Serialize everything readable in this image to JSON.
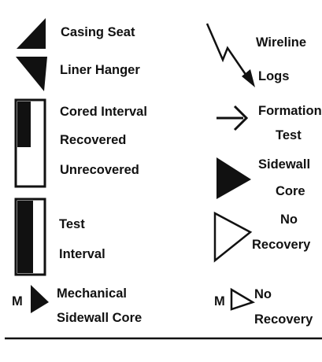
{
  "legend": {
    "casing_seat": "Casing Seat",
    "liner_hanger": "Liner Hanger",
    "cored_interval": "Cored Interval",
    "recovered": "Recovered",
    "unrecovered": "Unrecovered",
    "test": "Test",
    "interval": "Interval",
    "mechanical": "Mechanical",
    "sidewall_core_line": "Sidewall Core",
    "m_left": "M",
    "wireline": "Wireline",
    "logs": "Logs",
    "formation": "Formation",
    "formation_test": "Test",
    "sidewall": "Sidewall",
    "core": "Core",
    "no_1": "No",
    "recovery_1": "Recovery",
    "m_right": "M",
    "no_2": "No",
    "recovery_2": "Recovery"
  },
  "colors": {
    "ink": "#111111",
    "background": "#ffffff"
  },
  "icons": [
    "casing-seat-triangle-icon",
    "liner-hanger-triangle-icon",
    "cored-interval-box-icon",
    "test-interval-box-icon",
    "mechanical-sidewall-core-triangle-icon",
    "wireline-lightning-arrow-icon",
    "formation-test-arrow-icon",
    "sidewall-core-triangle-icon",
    "no-recovery-outline-triangle-icon",
    "mechanical-no-recovery-outline-triangle-icon"
  ]
}
